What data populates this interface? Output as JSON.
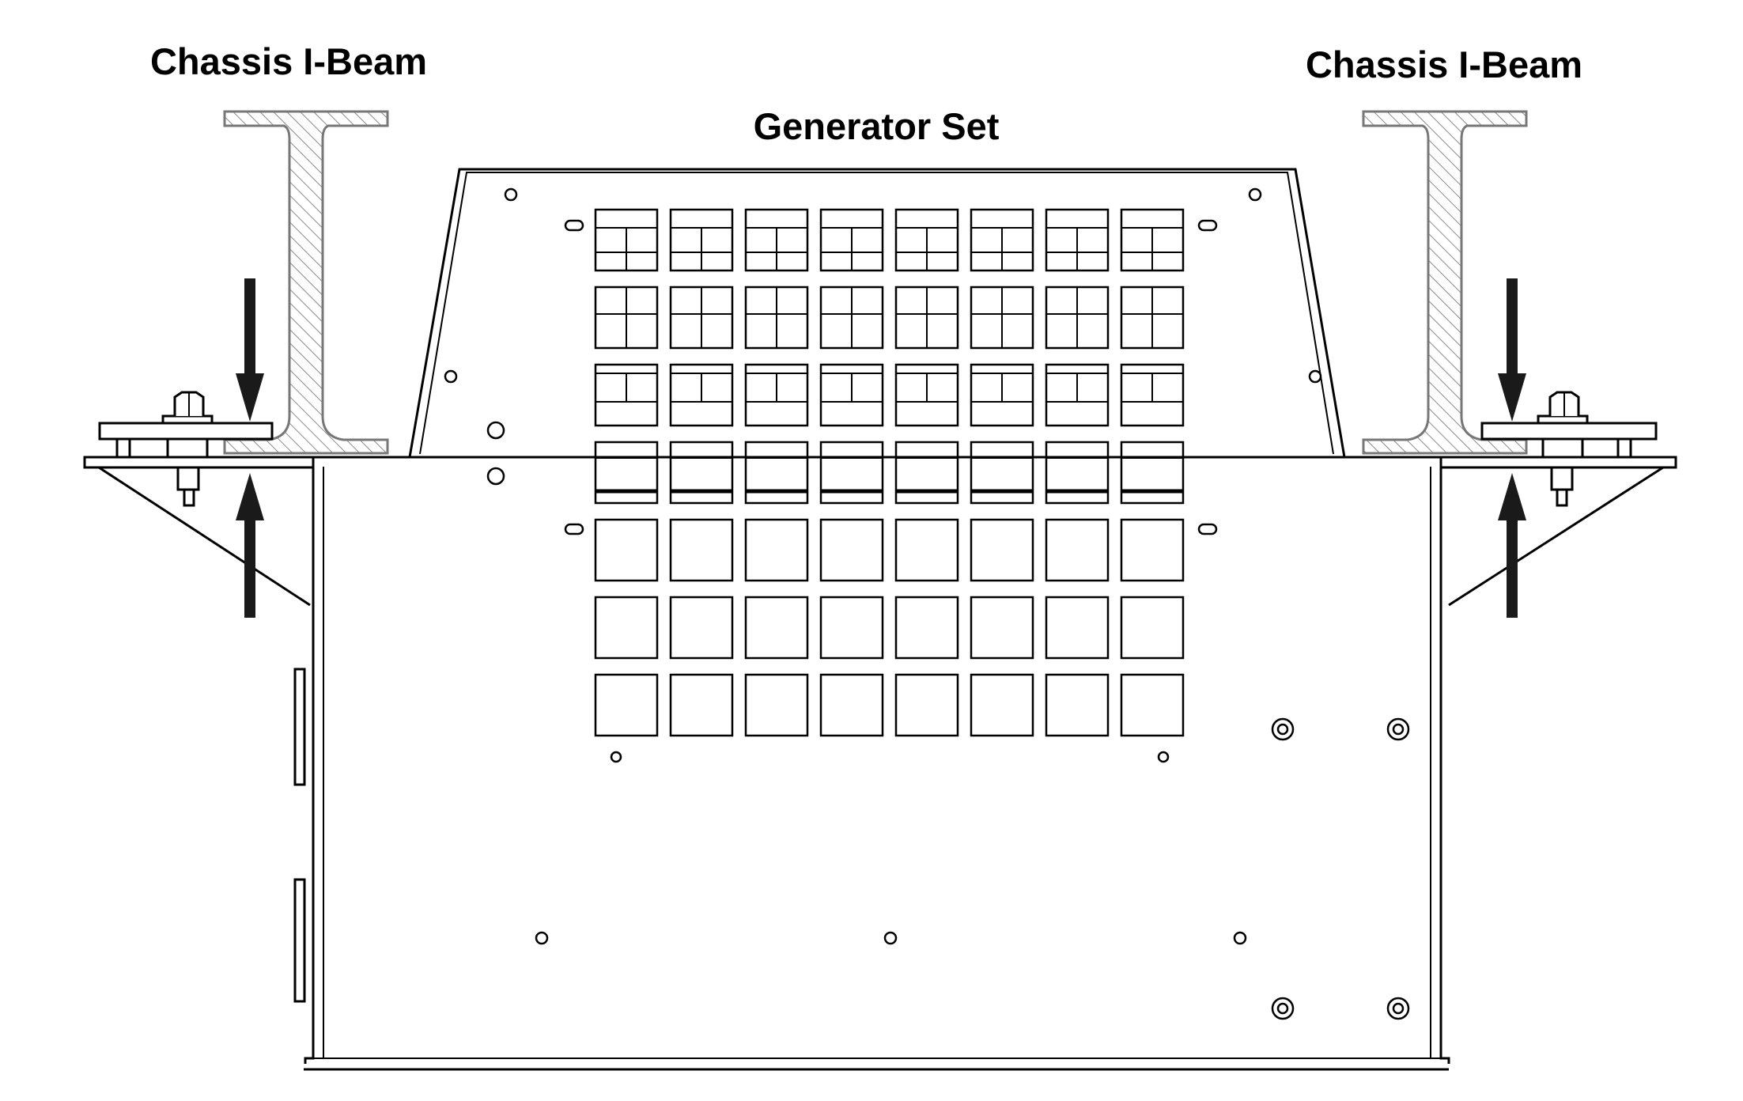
{
  "labels": {
    "left_beam": "Chassis I-Beam",
    "right_beam": "Chassis I-Beam",
    "generator": "Generator Set"
  },
  "colors": {
    "line": "#000000",
    "hatch": "#8a8a8a",
    "beam_outline": "#777777",
    "arrow": "#1a1a1a",
    "background": "#ffffff"
  }
}
